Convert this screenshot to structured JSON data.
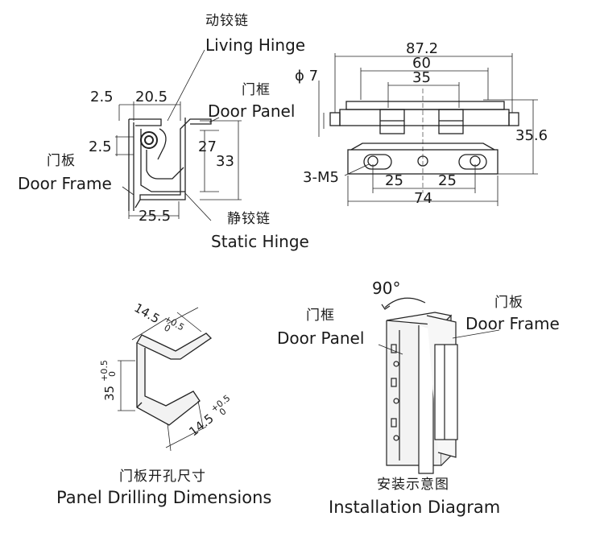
{
  "labels": {
    "living_hinge_cn": "动铰链",
    "living_hinge_en": "Living Hinge",
    "door_panel_cn_top": "门框",
    "door_panel_en_top": "Door Panel",
    "door_frame_cn_left": "门板",
    "door_frame_en_left": "Door Frame",
    "static_hinge_cn": "静铰链",
    "static_hinge_en": "Static Hinge",
    "door_panel_cn_install": "门框",
    "door_panel_en_install": "Door Panel",
    "door_frame_cn_install": "门板",
    "door_frame_en_install": "Door Frame",
    "angle": "90°"
  },
  "dimensions": {
    "side_view": {
      "d_2_5_top": "2.5",
      "d_20_5": "20.5",
      "d_2_5_left": "2.5",
      "d_27": "27",
      "d_33": "33",
      "d_25_5": "25.5"
    },
    "front_view": {
      "d_87_2": "87.2",
      "d_60": "60",
      "d_35": "35",
      "d_phi7": "ϕ 7",
      "d_35_6": "35.6",
      "d_3m5": "3-M5",
      "d_25_a": "25",
      "d_25_b": "25",
      "d_74": "74"
    },
    "drilling": {
      "top_val": "14.5",
      "top_tol_plus": "+0.5",
      "top_tol_zero": "0",
      "side_val": "35",
      "side_tol_plus": "+0.5",
      "side_tol_zero": "0",
      "bottom_val": "14.5",
      "bottom_tol_plus": "+0.5",
      "bottom_tol_zero": "0"
    }
  },
  "captions": {
    "drilling_cn": "门板开孔尺寸",
    "drilling_en": "Panel Drilling Dimensions",
    "install_cn": "安装示意图",
    "install_en": "Installation Diagram"
  }
}
